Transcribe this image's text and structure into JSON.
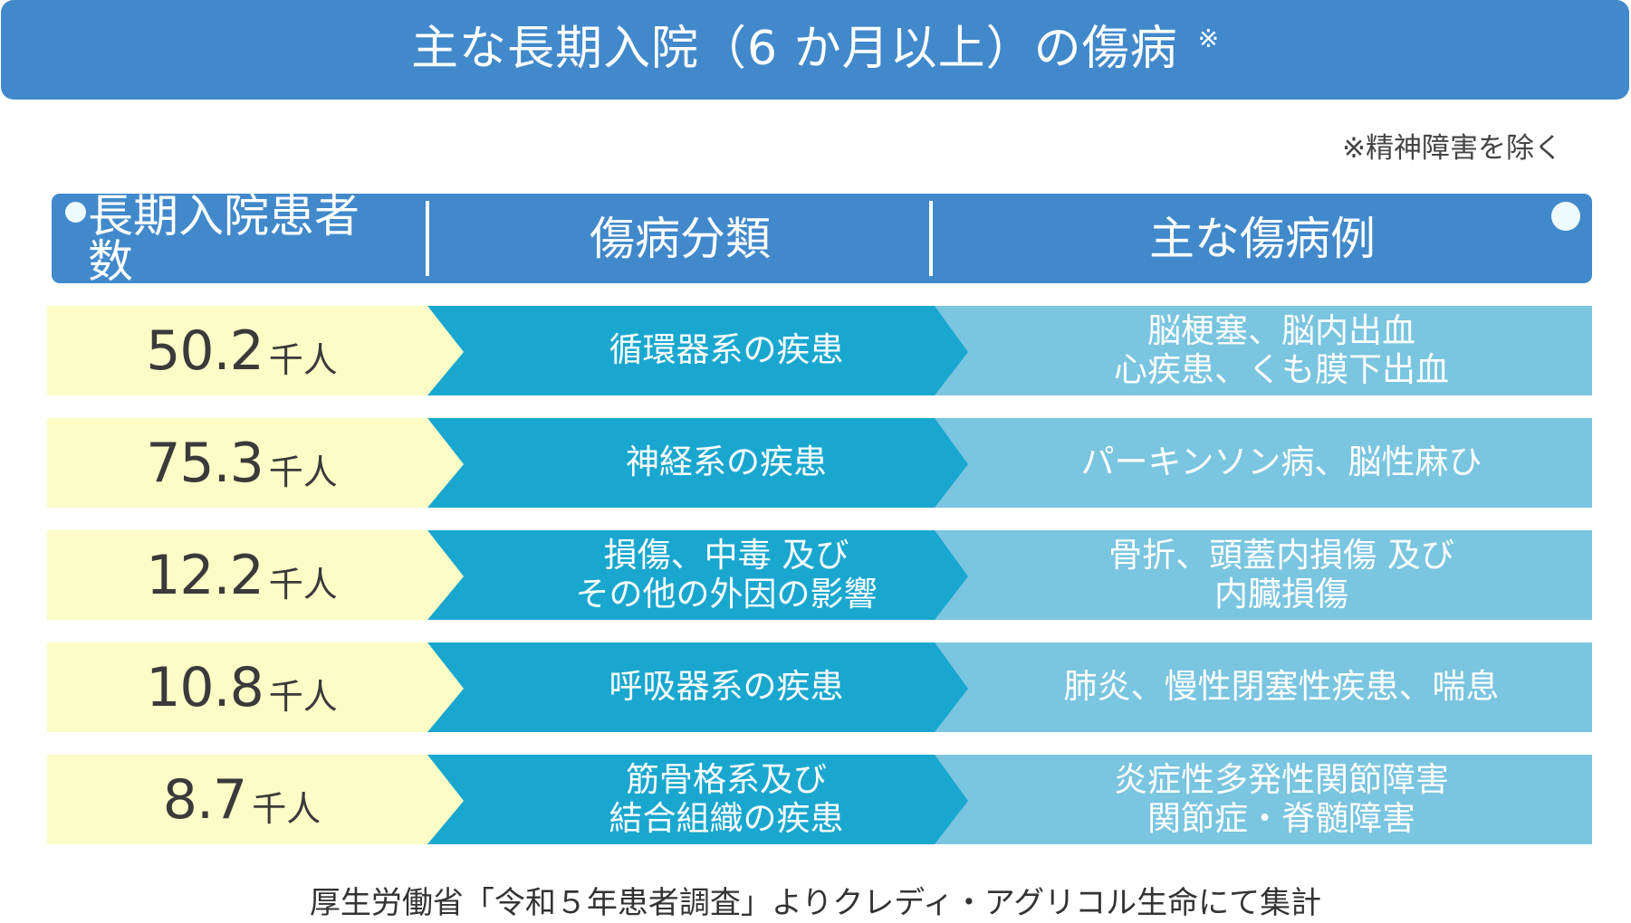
{
  "title": {
    "text": "主な長期入院（6 か月以上）の傷病",
    "mark": "※"
  },
  "note": "※精神障害を除く",
  "header": {
    "columns": [
      "長期入院患者数",
      "傷病分類",
      "主な傷病例"
    ]
  },
  "rows": [
    {
      "count": "50.2",
      "unit": "千人",
      "category": [
        "循環器系の疾患"
      ],
      "examples": [
        "脳梗塞、脳内出血",
        "心疾患、くも膜下出血"
      ]
    },
    {
      "count": "75.3",
      "unit": "千人",
      "category": [
        "神経系の疾患"
      ],
      "examples": [
        "パーキンソン病、脳性麻ひ"
      ]
    },
    {
      "count": "12.2",
      "unit": "千人",
      "category": [
        "損傷、中毒 及び",
        "その他の外因の影響"
      ],
      "examples": [
        "骨折、頭蓋内損傷 及び",
        "内臓損傷"
      ]
    },
    {
      "count": "10.8",
      "unit": "千人",
      "category": [
        "呼吸器系の疾患"
      ],
      "examples": [
        "肺炎、慢性閉塞性疾患、喘息"
      ]
    },
    {
      "count": "8.7",
      "unit": "千人",
      "category": [
        "筋骨格系及び",
        "結合組織の疾患"
      ],
      "examples": [
        "炎症性多発性関節障害",
        "関節症・脊髄障害"
      ]
    }
  ],
  "footer": "厚生労働省「令和５年患者調査」よりクレディ・アグリコル生命にて集計",
  "colors": {
    "title_bg": "#4189CB",
    "header_bg": "#4189CB",
    "count_bg": "#FCFCC7",
    "category_bg": "#1AA7CF",
    "example_bg": "#7AC5E0",
    "dot": "#EEFBFD"
  }
}
